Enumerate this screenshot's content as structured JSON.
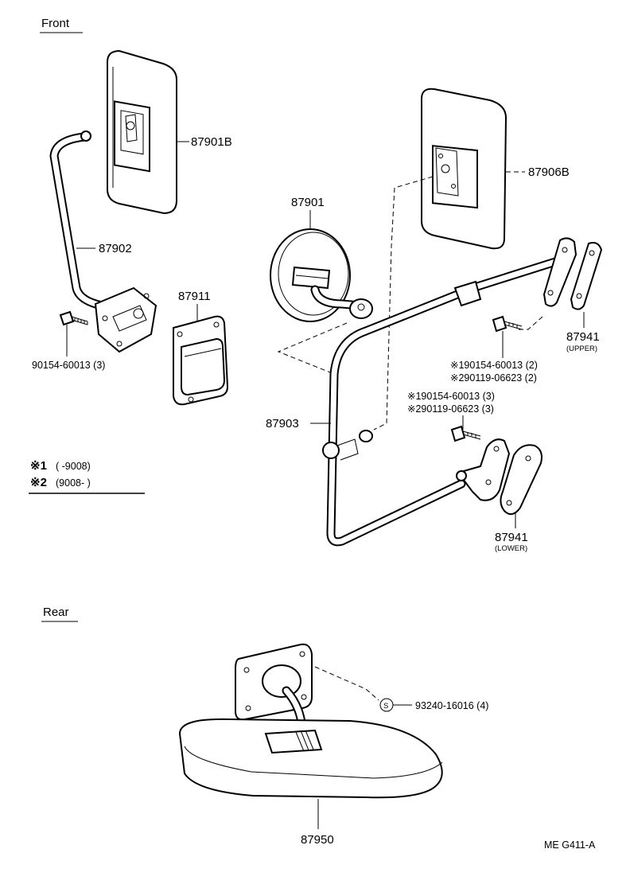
{
  "sections": {
    "front": "Front",
    "rear": "Rear"
  },
  "parts": {
    "mirror_left": "87901B",
    "stay_left": "87902",
    "bolt_left": "90154-60013 (3)",
    "cover": "87911",
    "round_mirror": "87901",
    "mirror_right": "87906B",
    "stay_right": "87903",
    "bracket_upper": "87941",
    "bracket_upper_note": "(UPPER)",
    "bolt_upper_1": "※190154-60013 (2)",
    "bolt_upper_2": "※290119-06623 (2)",
    "bolt_lower_1": "※190154-60013 (3)",
    "bolt_lower_2": "※290119-06623 (3)",
    "bracket_lower": "87941",
    "bracket_lower_note": "(LOWER)",
    "screw_rear_symbol": "S",
    "screw_rear": "93240-16016 (4)",
    "inner_mirror": "87950"
  },
  "legend": {
    "row1_mark": "※1",
    "row1_text": "(        -9008)",
    "row2_mark": "※2",
    "row2_text": "(9008-        )"
  },
  "footer_code": "ME  G411-A"
}
